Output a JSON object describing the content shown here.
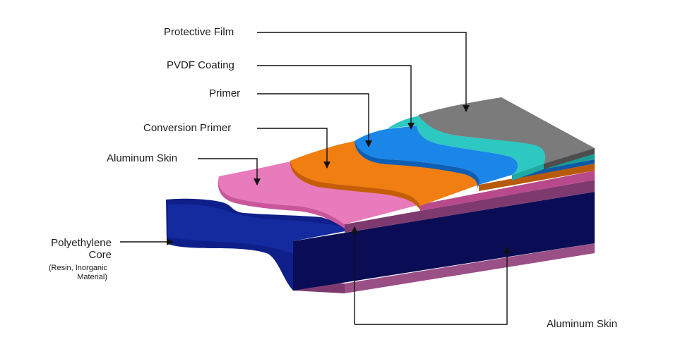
{
  "labels": {
    "protective_film": "Protective Film",
    "pvdf_coating": "PVDF Coating",
    "primer": "Primer",
    "conversion_primer": "Conversion Primer",
    "aluminum_skin_top": "Aluminum Skin",
    "polyethylene_line1": "Polyethylene",
    "polyethylene_line2": "Core",
    "polyethylene_note_line1": "(Resin, Inorganic",
    "polyethylene_note_line2": "Material)",
    "aluminum_skin_bottom": "Aluminum Skin"
  },
  "colors": {
    "protective_film": "#7b7b7b",
    "pvdf_coating": "#2bc7c0",
    "primer": "#1a86e8",
    "conversion_primer": "#f08010",
    "aluminum_skin": "#e77ab8",
    "polyethylene_core": "#0d1e8c",
    "core_front": "#0a0d55",
    "bottom_skin": "#9a4f86"
  }
}
